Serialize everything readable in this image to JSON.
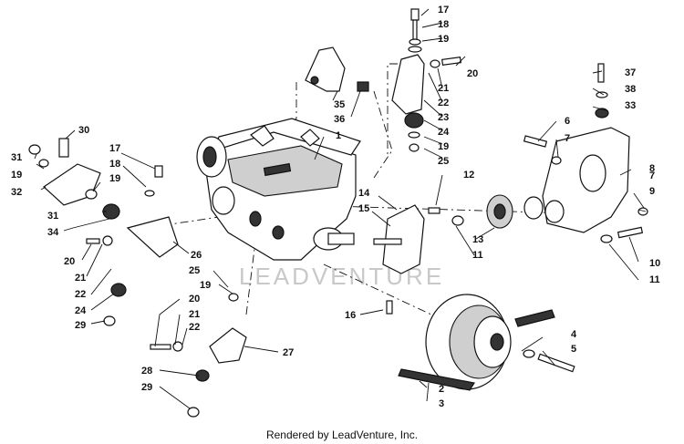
{
  "footer": {
    "text": "Rendered by LeadVenture, Inc."
  },
  "watermark": {
    "text": "LEADVENTURE"
  },
  "callouts": [
    {
      "n": "1"
    },
    {
      "n": "2"
    },
    {
      "n": "3"
    },
    {
      "n": "4"
    },
    {
      "n": "5"
    },
    {
      "n": "6"
    },
    {
      "n": "7"
    },
    {
      "n": "7"
    },
    {
      "n": "8"
    },
    {
      "n": "9"
    },
    {
      "n": "10"
    },
    {
      "n": "11"
    },
    {
      "n": "11"
    },
    {
      "n": "12"
    },
    {
      "n": "13"
    },
    {
      "n": "14"
    },
    {
      "n": "15"
    },
    {
      "n": "16"
    },
    {
      "n": "17"
    },
    {
      "n": "17"
    },
    {
      "n": "18"
    },
    {
      "n": "18"
    },
    {
      "n": "19"
    },
    {
      "n": "19"
    },
    {
      "n": "19"
    },
    {
      "n": "19"
    },
    {
      "n": "19"
    },
    {
      "n": "20"
    },
    {
      "n": "20"
    },
    {
      "n": "20"
    },
    {
      "n": "21"
    },
    {
      "n": "21"
    },
    {
      "n": "21"
    },
    {
      "n": "22"
    },
    {
      "n": "22"
    },
    {
      "n": "22"
    },
    {
      "n": "23"
    },
    {
      "n": "24"
    },
    {
      "n": "24"
    },
    {
      "n": "25"
    },
    {
      "n": "25"
    },
    {
      "n": "26"
    },
    {
      "n": "27"
    },
    {
      "n": "28"
    },
    {
      "n": "29"
    },
    {
      "n": "29"
    },
    {
      "n": "30"
    },
    {
      "n": "31"
    },
    {
      "n": "31"
    },
    {
      "n": "32"
    },
    {
      "n": "33"
    },
    {
      "n": "34"
    },
    {
      "n": "35"
    },
    {
      "n": "36"
    },
    {
      "n": "37"
    },
    {
      "n": "38"
    }
  ]
}
